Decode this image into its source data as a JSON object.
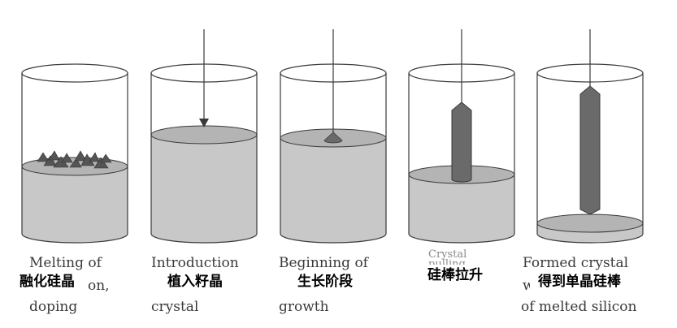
{
  "stages": [
    {
      "id": "melting",
      "label_lines": [
        "Melting of",
        "on,",
        "doping"
      ],
      "chinese_label": "融化硅晶"
    },
    {
      "id": "introduction",
      "label_lines": [
        "Introduction",
        "",
        "crystal"
      ],
      "chinese_label": "植入籽晶"
    },
    {
      "id": "growth",
      "label_lines": [
        "Beginning of",
        "",
        "growth"
      ],
      "chinese_label": "生长阶段"
    },
    {
      "id": "pulling",
      "label_lines": [
        "Crystal",
        "pulling",
        ""
      ],
      "chinese_label": "硅棒拉升"
    },
    {
      "id": "formed",
      "label_lines": [
        "Formed crystal",
        "w",
        "of melted silicon"
      ],
      "chinese_label": "得到单晶硅棒"
    }
  ],
  "colors": {
    "outline": "#3a3a3a",
    "melt": "#c8c8c8",
    "melt_surface": "#b4b4b4",
    "crystal": "#6a6a6a",
    "shard": "#555555"
  }
}
